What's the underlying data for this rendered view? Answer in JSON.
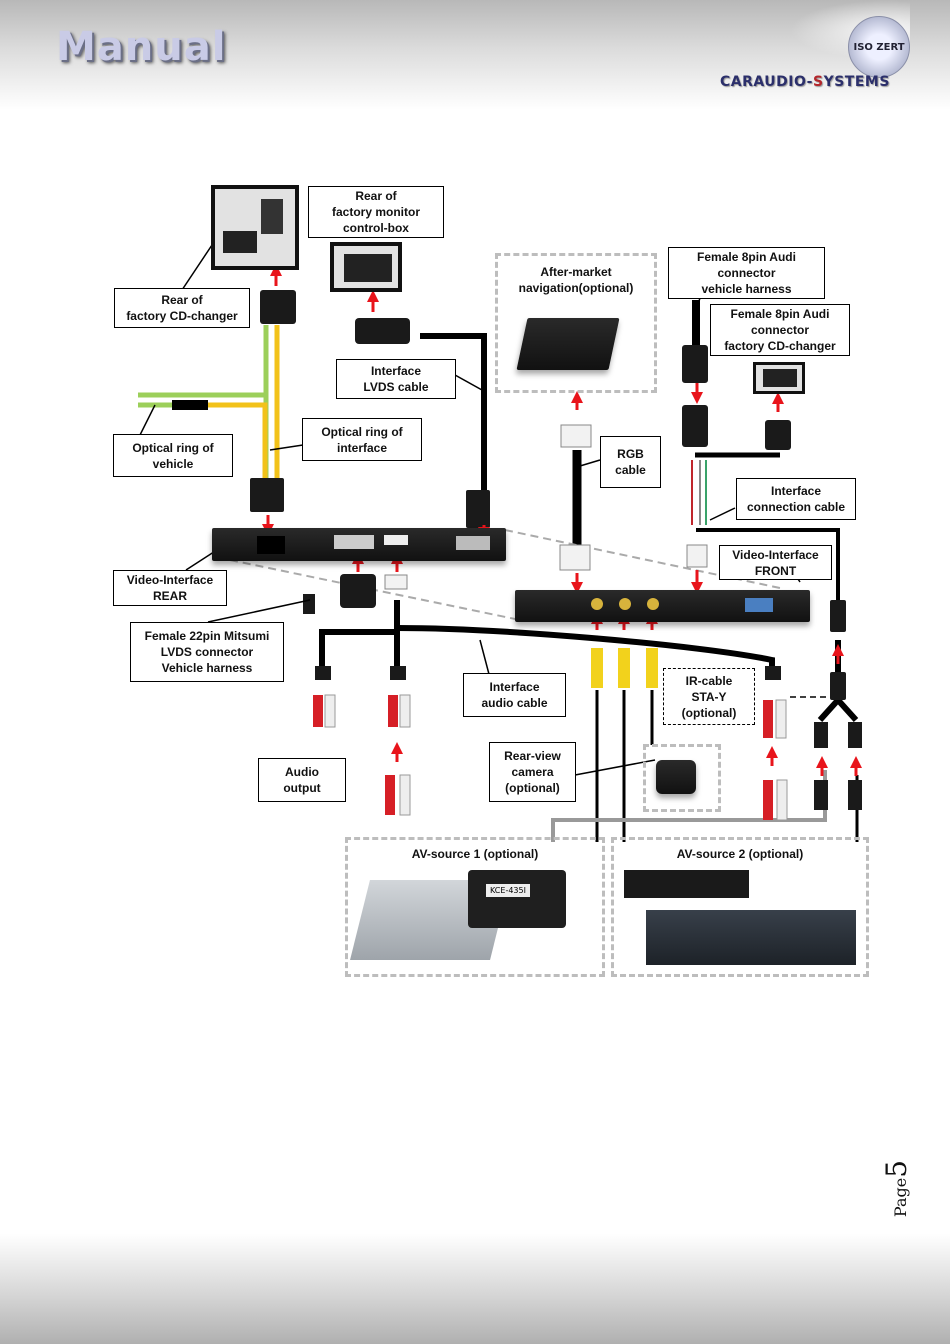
{
  "header": {
    "title": "Manual",
    "brand_prefix": "CARAUDIO-",
    "brand_s": "S",
    "brand_suffix": "YSTEMS",
    "seal_text": "ISO ZERT"
  },
  "diagram": {
    "labels": {
      "rear_cd_changer": "Rear of\nfactory CD-changer",
      "rear_monitor": "Rear of\nfactory monitor\ncontrol-box",
      "lvds_cable": "Interface\nLVDS  cable",
      "optical_vehicle": "Optical ring of\nvehicle",
      "optical_interface": "Optical ring of\ninterface",
      "aftermarket_nav": "After-market\nnavigation(optional)",
      "rgb_cable": "RGB\ncable",
      "female8_vehicle": "Female 8pin Audi\nconnector\nvehicle harness",
      "female8_cd": "Female 8pin Audi\nconnector\nfactory CD-changer",
      "interface_connection": "Interface\nconnection cable",
      "video_front": "Video-Interface\nFRONT",
      "video_rear": "Video-Interface\nREAR",
      "female22": "Female 22pin Mitsumi\nLVDS connector\nVehicle harness",
      "audio_cable": "Interface\naudio cable",
      "ir_cable": "IR-cable\nSTA-Y\n(optional)",
      "audio_output": "Audio\noutput",
      "rear_camera": "Rear-view\ncamera\n(optional)",
      "av_source1": "AV-source 1 (optional)",
      "av_source2": "AV-source 2 (optional)",
      "kce_label": "KCE-435I"
    },
    "colors": {
      "arrow": "#e8141b",
      "green_fiber": "#9ccf5a",
      "yellow_fiber": "#f2c21a",
      "cable": "#000000",
      "dash_border": "#bdbdbd",
      "rca_red": "#d61f26",
      "rca_yellow": "#f2d21c"
    }
  },
  "footer": {
    "page_word": "Page",
    "page_number": "5"
  }
}
